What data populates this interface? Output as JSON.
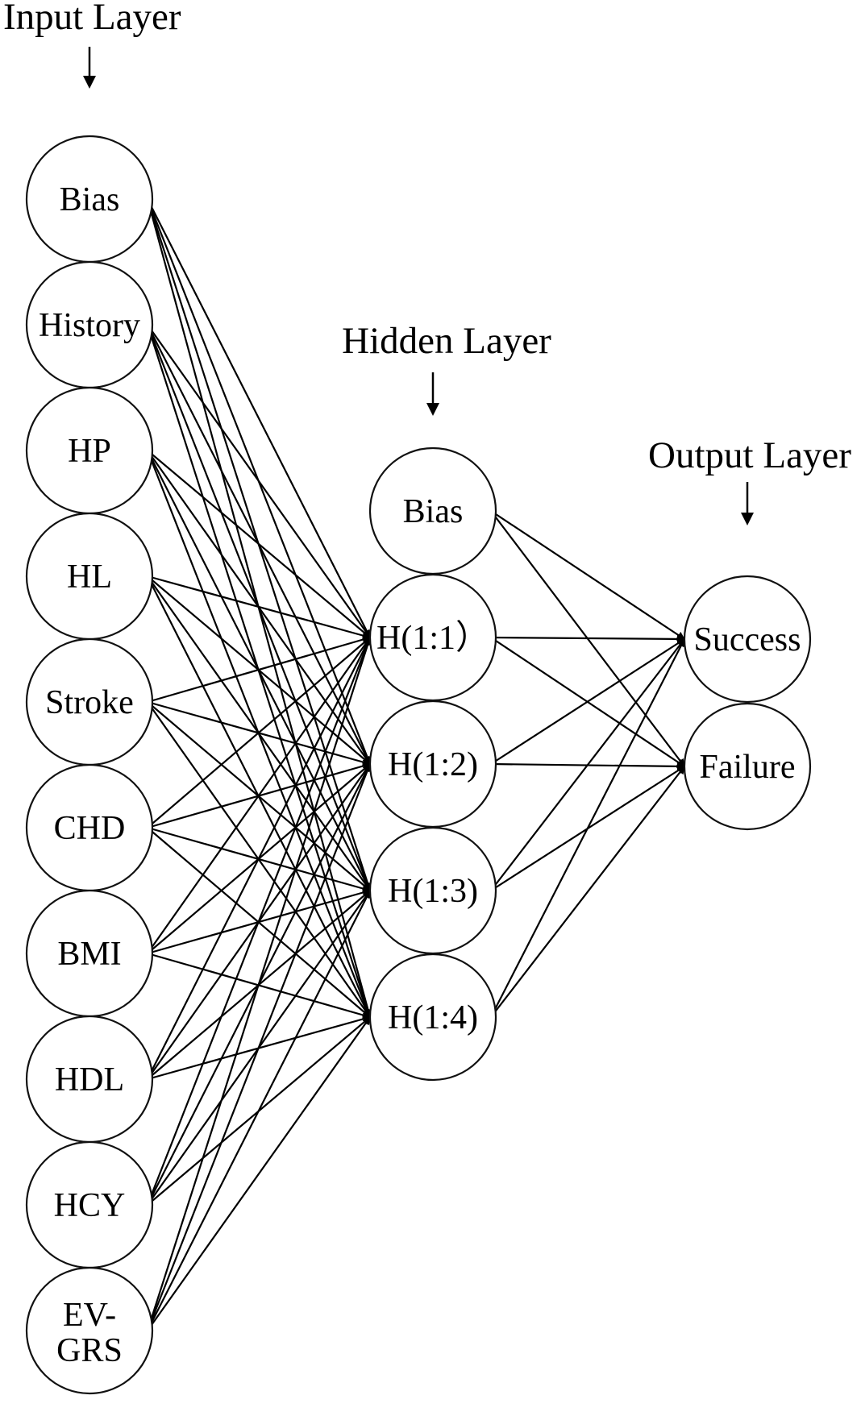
{
  "layers": {
    "input": {
      "title": "Input Layer",
      "nodes": [
        "Bias",
        "History",
        "HP",
        "HL",
        "Stroke",
        "CHD",
        "BMI",
        "HDL",
        "HCY",
        "EV-GRS"
      ]
    },
    "hidden": {
      "title": "Hidden Layer",
      "nodes": [
        "Bias",
        "H(1:1）",
        "H(1:2)",
        "H(1:3)",
        "H(1:4)"
      ]
    },
    "output": {
      "title": "Output Layer",
      "nodes": [
        "Success",
        "Failure"
      ]
    }
  },
  "colors": {
    "stroke": "#000000",
    "node_fill": "#ffffff"
  }
}
